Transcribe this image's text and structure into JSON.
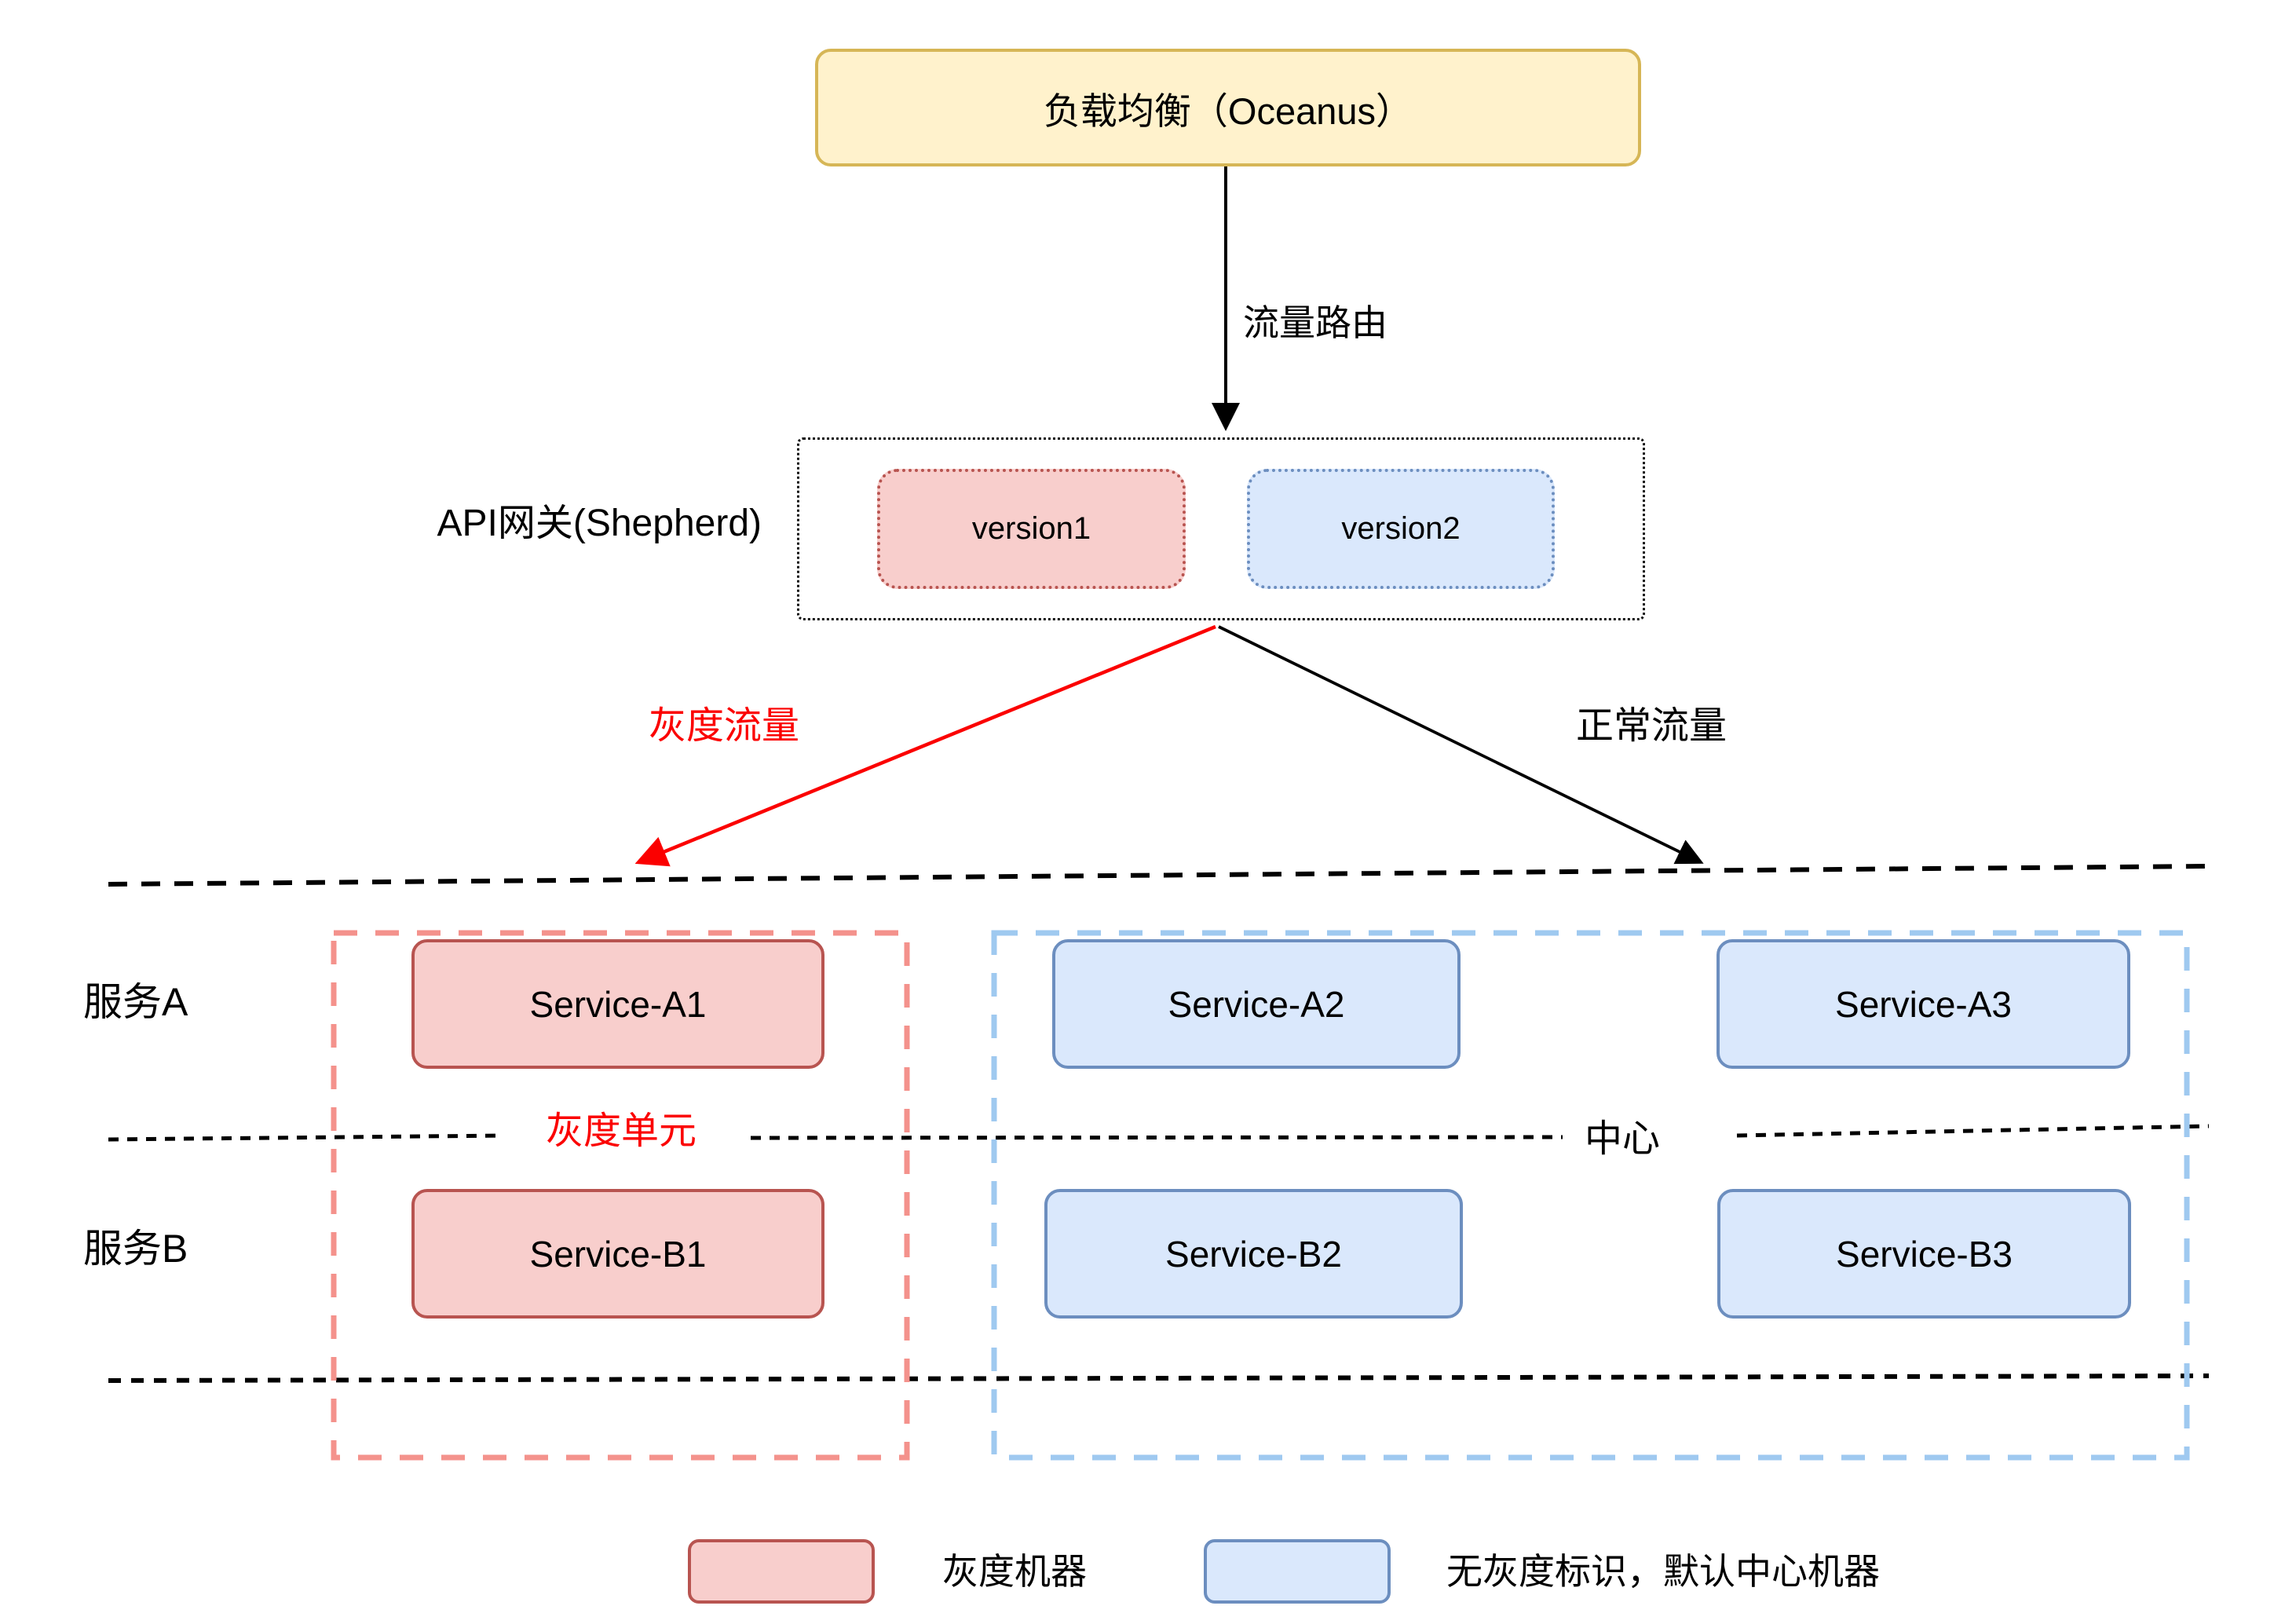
{
  "load_balancer": {
    "label": "负载均衡（Oceanus）"
  },
  "flow": {
    "route": "流量路由",
    "gray": "灰度流量",
    "normal": "正常流量"
  },
  "gateway": {
    "label": "API网关(Shepherd)",
    "versions": {
      "v1": "version1",
      "v2": "version2"
    }
  },
  "rows": {
    "a": "服务A",
    "b": "服务B"
  },
  "gray_unit": {
    "label": "灰度单元",
    "services": {
      "a1": "Service-A1",
      "b1": "Service-B1"
    }
  },
  "center": {
    "label": "中心",
    "services": {
      "a2": "Service-A2",
      "a3": "Service-A3",
      "b2": "Service-B2",
      "b3": "Service-B3"
    }
  },
  "legend": {
    "gray": "灰度机器",
    "center": "无灰度标识，默认中心机器"
  },
  "colors": {
    "lb_fill": "#FFF2CC",
    "lb_border": "#D6B656",
    "gray_fill": "#F8CECC",
    "gray_border": "#B85450",
    "center_fill": "#DAE8FC",
    "center_border": "#6C8EBF",
    "gray_unit_dash": "#F4928C",
    "center_dash": "#9FC9F0",
    "gray_traffic_text": "#FB0000",
    "line": "#000000"
  }
}
